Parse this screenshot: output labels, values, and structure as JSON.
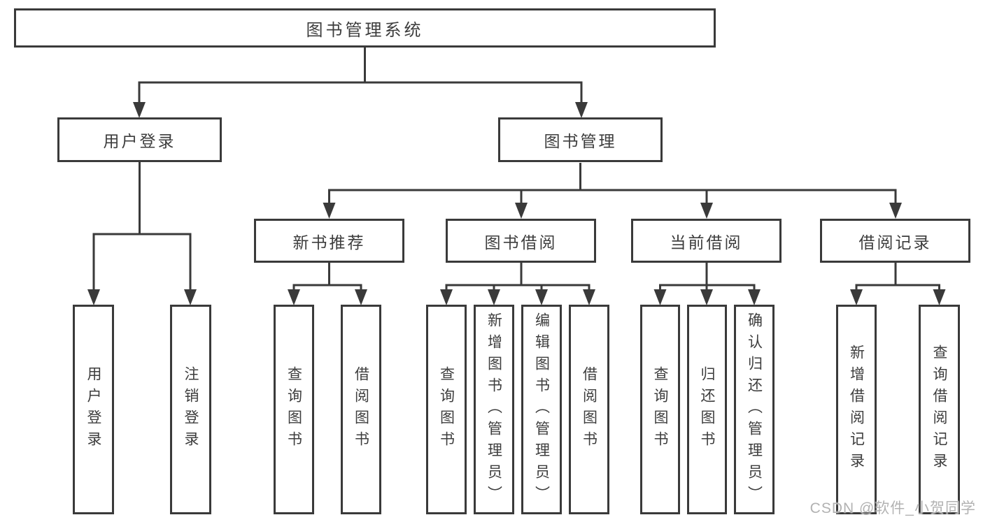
{
  "diagram": {
    "root": {
      "id": "library-management-system",
      "label": "图书管理系统"
    },
    "level2": [
      {
        "id": "user-login-module",
        "label": "用户登录"
      },
      {
        "id": "book-management-module",
        "label": "图书管理"
      }
    ],
    "level3": [
      {
        "id": "new-book-recommend",
        "label": "新书推荐",
        "parent": "book-management-module"
      },
      {
        "id": "book-borrowing",
        "label": "图书借阅",
        "parent": "book-management-module"
      },
      {
        "id": "current-borrowing",
        "label": "当前借阅",
        "parent": "book-management-module"
      },
      {
        "id": "borrowing-records",
        "label": "借阅记录",
        "parent": "book-management-module"
      }
    ],
    "leaves": [
      {
        "id": "user-login",
        "label": "用户登录",
        "parent": "user-login-module"
      },
      {
        "id": "logout",
        "label": "注销登录",
        "parent": "user-login-module"
      },
      {
        "id": "query-books-recommend",
        "label": "查询图书",
        "parent": "new-book-recommend"
      },
      {
        "id": "borrow-books-recommend",
        "label": "借阅图书",
        "parent": "new-book-recommend"
      },
      {
        "id": "query-books-borrowing",
        "label": "查询图书",
        "parent": "book-borrowing"
      },
      {
        "id": "add-books-admin",
        "label": "新增图书（管理员）",
        "parent": "book-borrowing"
      },
      {
        "id": "edit-books-admin",
        "label": "编辑图书（管理员）",
        "parent": "book-borrowing"
      },
      {
        "id": "borrow-books-borrowing",
        "label": "借阅图书",
        "parent": "book-borrowing"
      },
      {
        "id": "query-books-current",
        "label": "查询图书",
        "parent": "current-borrowing"
      },
      {
        "id": "return-books",
        "label": "归还图书",
        "parent": "current-borrowing"
      },
      {
        "id": "confirm-return-admin",
        "label": "确认归还（管理员）",
        "parent": "current-borrowing"
      },
      {
        "id": "add-borrow-record",
        "label": "新增借阅记录",
        "parent": "borrowing-records"
      },
      {
        "id": "query-borrow-record",
        "label": "查询借阅记录",
        "parent": "borrowing-records"
      }
    ]
  },
  "watermark": {
    "text": "CSDN @软件_小贺同学"
  },
  "colors": {
    "line": "#3a3a3a",
    "box_border": "#3a3a3a",
    "box_fill": "#ffffff",
    "text": "#3d3d3d",
    "watermark": "#b2b2b2",
    "background": "#ffffff"
  }
}
